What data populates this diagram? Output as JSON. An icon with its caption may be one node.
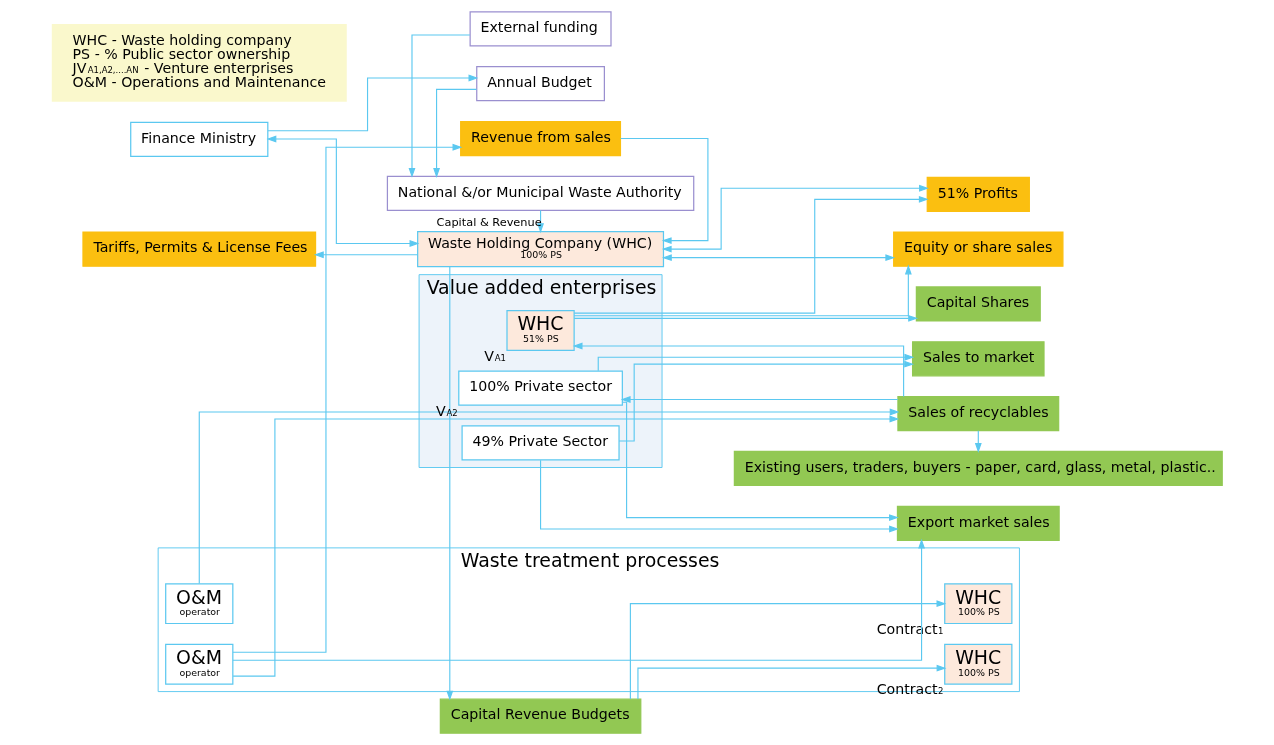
{
  "diagram": {
    "nodes": [
      {
        "text": [
          "Annual Budget"
        ]
      },
      {
        "text": [
          "Finance Ministry"
        ]
      },
      {
        "text": [
          "External funding"
        ]
      },
      {
        "text": [
          "National &/or Municipal Waste Authority"
        ]
      },
      {
        "text": [
          "Waste Holding Company (WHC)",
          "100% PS"
        ]
      },
      {
        "text": [
          "Tariffs, Permits & License Fees"
        ]
      },
      {
        "text": [
          "Capital Revenue Budgets"
        ]
      },
      {
        "text": [
          "Revenue from sales"
        ]
      },
      {
        "text": [
          "Waste treatment processes"
        ]
      },
      {
        "text": [
          "WHC",
          "100% PS"
        ],
        "in": 8,
        "beside": [
          "Contract$_{1}$"
        ]
      },
      {
        "text": [
          "O&M",
          "operator"
        ],
        "in": 8
      },
      {
        "text": [
          "WHC",
          "100% PS"
        ],
        "in": 8,
        "beside": [
          "Contract$_{2}$"
        ]
      },
      {
        "text": [
          "O&M",
          "operator"
        ],
        "in": 8
      },
      {
        "text": [
          "Capital Shares"
        ]
      },
      {
        "text": [
          "51% Profits"
        ]
      },
      {
        "text": [
          "Equity or share sales"
        ]
      },
      {
        "text": [
          "Value added enterprises"
        ]
      },
      {
        "text": [
          "WHC",
          "51% PS"
        ],
        "in": 16,
        "beside": [
          "V$_{A1}$"
        ]
      },
      {
        "text": [
          "49% Private Sector"
        ],
        "in": 16
      },
      {
        "text": [
          "100% Private sector"
        ],
        "in": 16,
        "beside": [
          "V$_{A2}$"
        ]
      },
      {
        "text": [
          "Sales of recyclables"
        ]
      },
      {
        "text": [
          "Sales to market"
        ]
      },
      {
        "text": [
          "Export market sales"
        ]
      },
      {
        "text": [
          "Existing users, traders, buyers - paper, card, glass, metal, plastic.."
        ]
      }
    ],
    "edges": [
      {
        "from": 1,
        "to": 0,
        "arrow": "to"
      },
      {
        "from": 0,
        "to": 3,
        "arrow": "to"
      },
      {
        "from": 2,
        "to": 3,
        "arrow": "to"
      },
      {
        "from": 3,
        "to": 4,
        "arrow": "to",
        "label": "Capital & Revenue"
      },
      {
        "from": 1,
        "to": 4,
        "arrow": "both"
      },
      {
        "from": 4,
        "to": 5,
        "arrow": "to"
      },
      {
        "from": 4,
        "to": 14,
        "arrow": "both"
      },
      {
        "from": 4,
        "to": 15,
        "arrow": "both"
      },
      {
        "from": 4,
        "to": 6,
        "arrow": "to"
      },
      {
        "from": 7,
        "to": 4,
        "arrow": "to"
      },
      {
        "from": 6,
        "to": 9,
        "arrow": "to"
      },
      {
        "from": 6,
        "to": 11,
        "arrow": "to"
      },
      {
        "from": 12,
        "to": 7,
        "arrow": "to"
      },
      {
        "from": 10,
        "to": 20,
        "arrow": "to"
      },
      {
        "from": 12,
        "to": 20,
        "arrow": "to"
      },
      {
        "from": 12,
        "to": 22,
        "arrow": "to"
      },
      {
        "from": 20,
        "to": 17,
        "arrow": "to"
      },
      {
        "from": 20,
        "to": 19,
        "arrow": "to"
      },
      {
        "from": 20,
        "to": 23,
        "arrow": "to"
      },
      {
        "from": 17,
        "to": 13,
        "arrow": "to"
      },
      {
        "from": 17,
        "to": 14,
        "arrow": "to"
      },
      {
        "from": 17,
        "to": 15,
        "arrow": "to"
      },
      {
        "from": 18,
        "to": 21,
        "arrow": "to"
      },
      {
        "from": 18,
        "to": 22,
        "arrow": "to"
      },
      {
        "from": 19,
        "to": 21,
        "arrow": "to"
      },
      {
        "from": 19,
        "to": 22,
        "arrow": "to"
      }
    ],
    "labels": [
      "WHC - Waste holding company",
      "PS - % Public sector ownership",
      "JV$_{A1,A2,....AN}$ - Venture enterprises",
      "O&M - Operations and Maintenance"
    ]
  }
}
